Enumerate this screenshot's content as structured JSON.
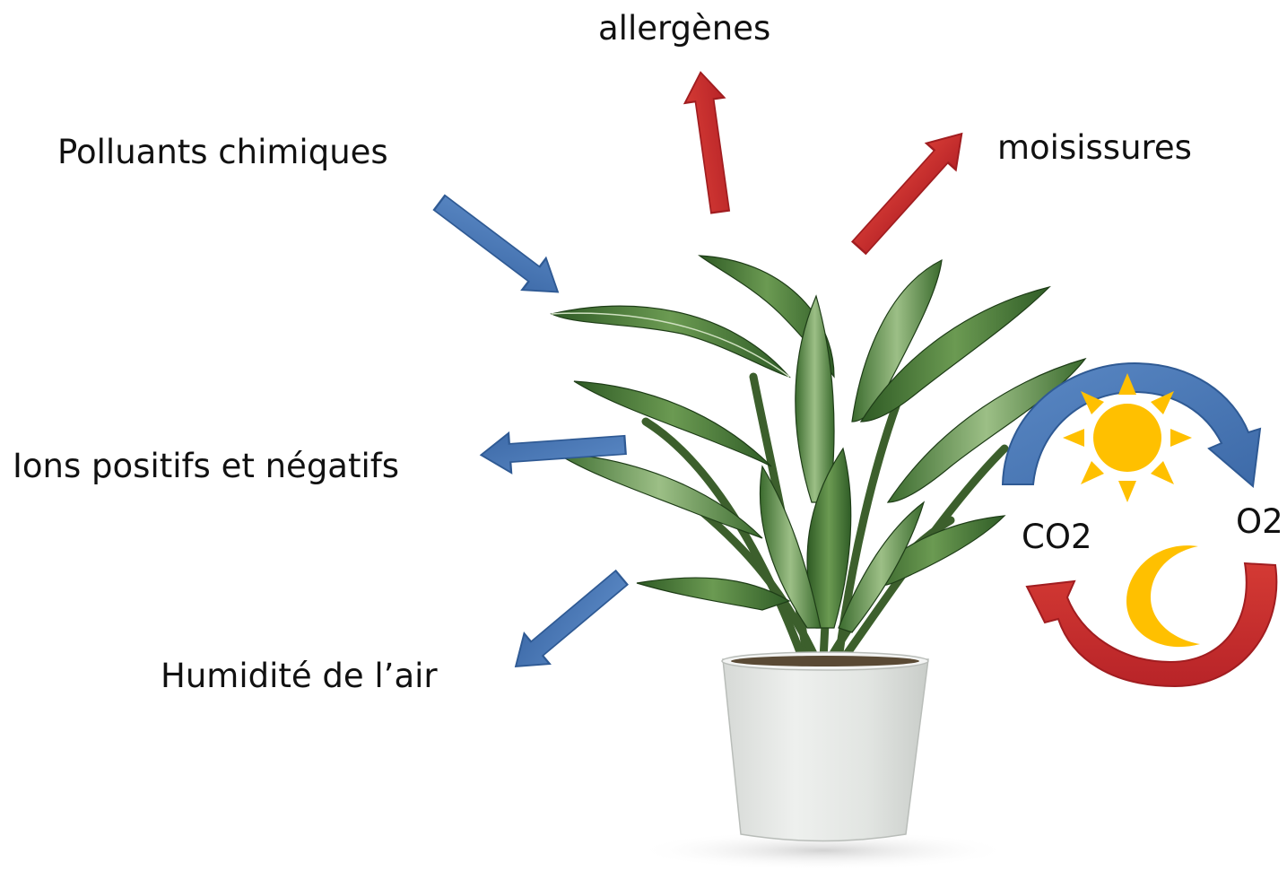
{
  "labels": {
    "allergens": "allergènes",
    "molds": "moisissures",
    "chemical_pollutants": "Polluants chimiques",
    "ions": "Ions positifs et négatifs",
    "air_humidity": "Humidité de l’air",
    "co2": "CO2",
    "o2": "O2"
  },
  "colors": {
    "inbound_arrow": "#4a78b5",
    "outbound_arrow": "#c0282a",
    "sun": "#ffc000",
    "moon": "#ffc000",
    "pot": "#e6e8e6",
    "leaf": "#4c7a3a"
  },
  "icons": {
    "sun": "sun-icon",
    "moon": "moon-icon",
    "plant": "potted-plant-icon"
  }
}
